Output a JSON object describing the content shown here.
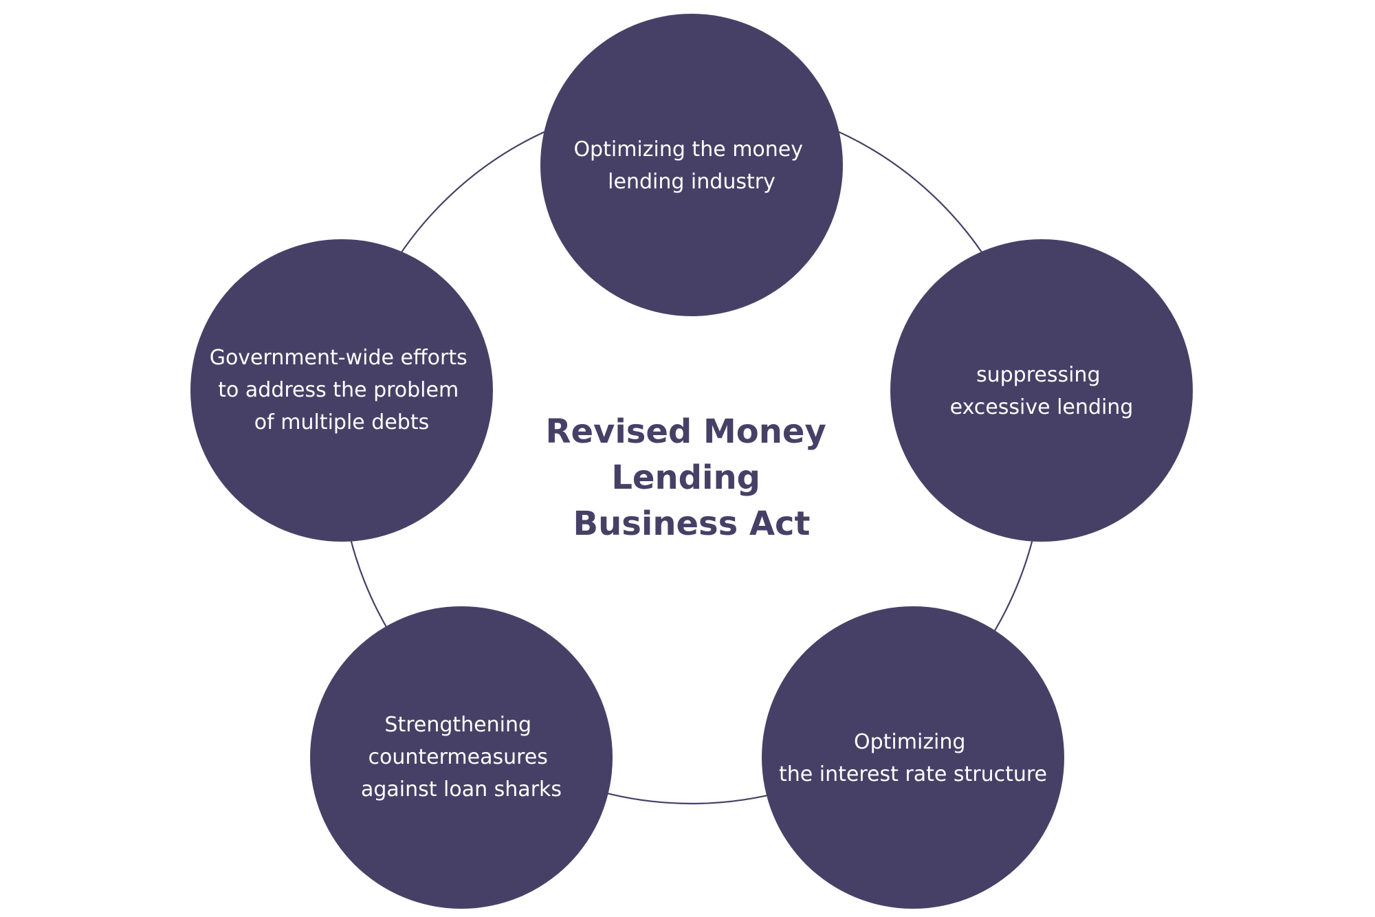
{
  "center": {
    "lines": [
      "Revised Money",
      "Lending",
      "Business Act"
    ]
  },
  "nodes": [
    {
      "lines": [
        "Optimizing the money",
        "lending industry"
      ]
    },
    {
      "lines": [
        "suppressing",
        "excessive lending"
      ]
    },
    {
      "lines": [
        "Optimizing",
        "the interest rate structure"
      ]
    },
    {
      "lines": [
        "Strengthening",
        "countermeasures",
        "against loan sharks"
      ]
    },
    {
      "lines": [
        "Government-wide efforts",
        "to address the problem",
        "of multiple debts"
      ]
    }
  ],
  "colors": {
    "node_fill": "#474066",
    "node_text": "#ffffff",
    "center_text": "#474066",
    "ring_stroke": "#474066"
  }
}
